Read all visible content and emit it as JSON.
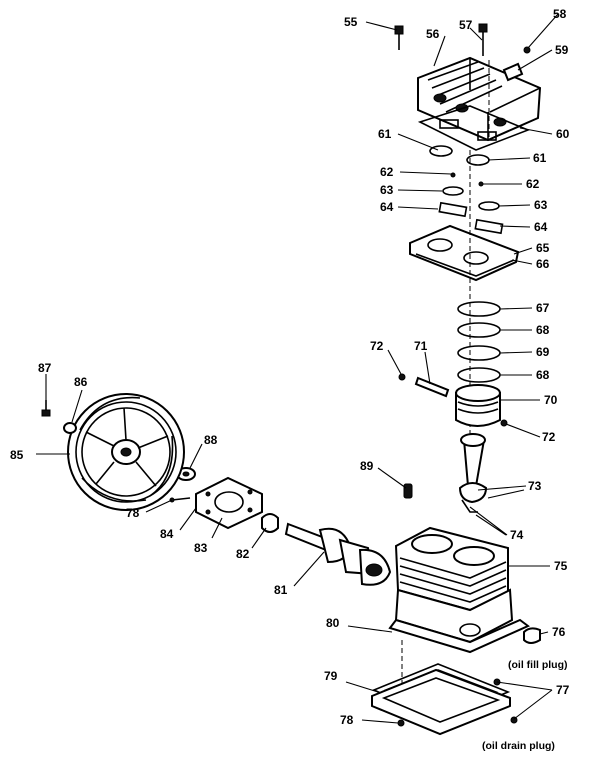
{
  "diagram": {
    "labels": [
      "55",
      "56",
      "57",
      "58",
      "59",
      "60",
      "61",
      "61",
      "62",
      "62",
      "63",
      "63",
      "64",
      "64",
      "65",
      "66",
      "67",
      "68",
      "69",
      "68",
      "70",
      "71",
      "72",
      "72",
      "73",
      "74",
      "75",
      "76",
      "77",
      "78",
      "79",
      "80",
      "81",
      "82",
      "83",
      "84",
      "85",
      "86",
      "87",
      "88",
      "89",
      "78"
    ],
    "notes": [
      "(oil fill plug)",
      "(oil drain plug)"
    ]
  }
}
